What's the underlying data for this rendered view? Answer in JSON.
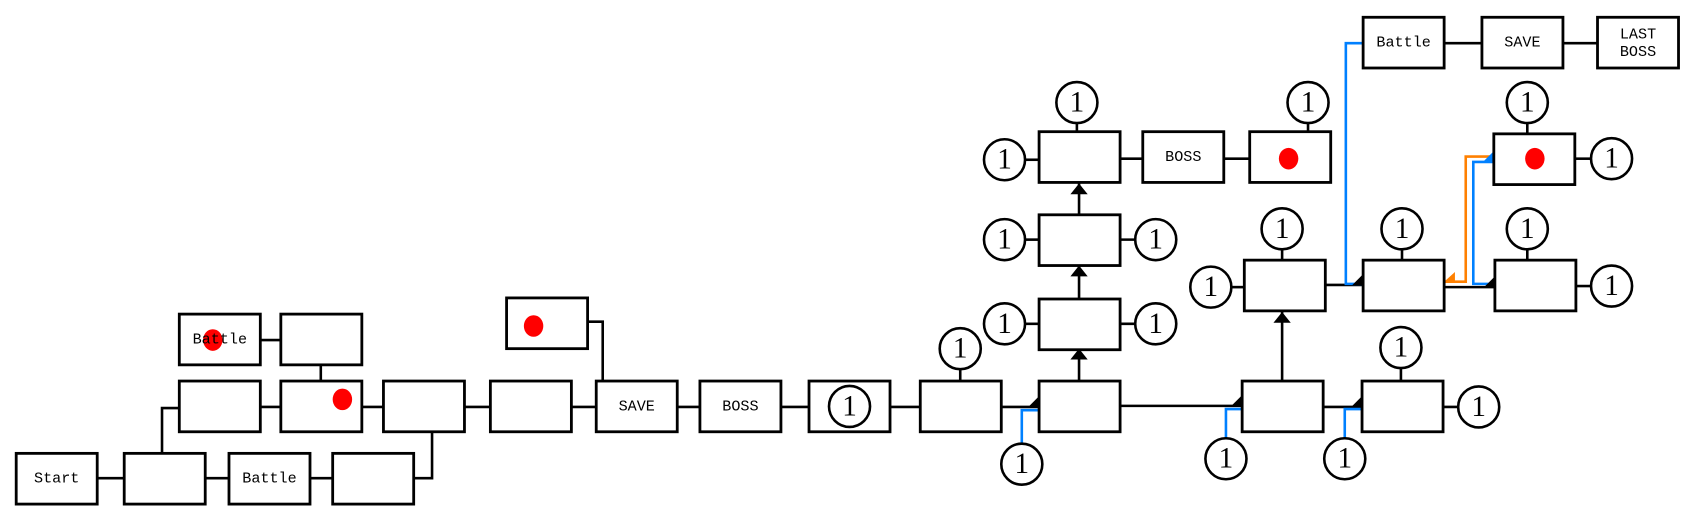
{
  "diagram": {
    "labels": {
      "start": "Start",
      "battle": "Battle",
      "save": "SAVE",
      "boss": "BOSS",
      "last_boss_line1": "LAST",
      "last_boss_line2": "BOSS"
    },
    "token_label": "1",
    "colors": {
      "line": "#000000",
      "event_dot": "#ff0000",
      "blue_path": "#0080ff",
      "orange_path": "#ff8000"
    }
  }
}
